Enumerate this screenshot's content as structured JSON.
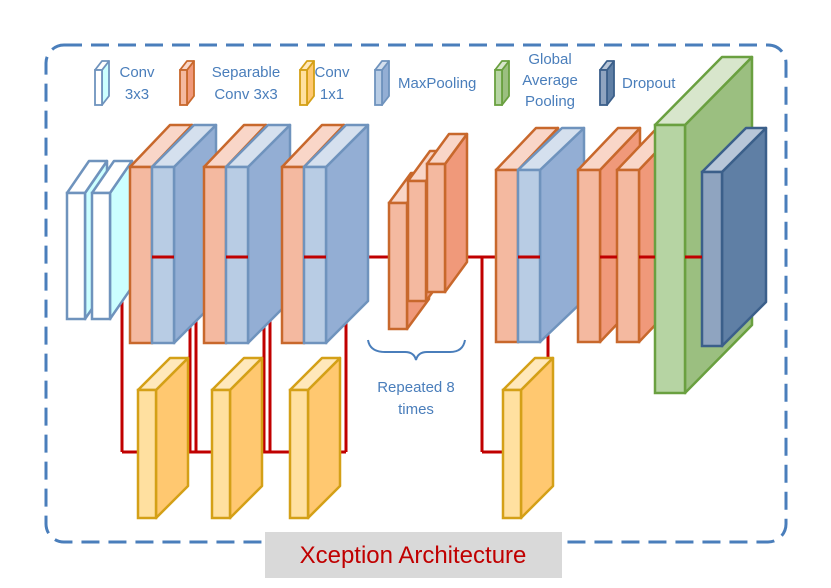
{
  "title": "Xception Architecture",
  "legend": [
    {
      "type": "conv3x3",
      "lines": [
        "Conv",
        "3x3"
      ]
    },
    {
      "type": "sepconv",
      "lines": [
        "Separable",
        "Conv 3x3"
      ]
    },
    {
      "type": "conv1x1",
      "lines": [
        "Conv",
        "1x1"
      ]
    },
    {
      "type": "maxpool",
      "lines": [
        "MaxPooling"
      ]
    },
    {
      "type": "gap",
      "lines": [
        "Global",
        "Average",
        "Pooling"
      ]
    },
    {
      "type": "dropout",
      "lines": [
        "Dropout"
      ]
    }
  ],
  "repeat_label": [
    "Repeated 8",
    "times"
  ],
  "colors": {
    "conv3x3": {
      "stroke": "#6f93bd",
      "front": "#ffffff",
      "side": "#ccffff",
      "top": "#ffffff"
    },
    "sepconv": {
      "stroke": "#c8682c",
      "front": "#f4b9a0",
      "side": "#f0997a",
      "top": "#f9d6c8"
    },
    "conv1x1": {
      "stroke": "#d4a017",
      "front": "#ffe0a0",
      "side": "#ffc870",
      "top": "#ffe8bb"
    },
    "maxpool": {
      "stroke": "#6f93bd",
      "front": "#b8cce4",
      "side": "#93aed4",
      "top": "#d5e0ee"
    },
    "gap": {
      "stroke": "#6aa040",
      "front": "#b6d4a3",
      "side": "#9bbf80",
      "top": "#d8e6cc"
    },
    "dropout": {
      "stroke": "#3b5f8a",
      "front": "#8fa4c0",
      "side": "#5f7fa5",
      "top": "#b8c6d8"
    },
    "skip": "#c00000",
    "border": "#4a7ebb",
    "label": "#4a7ebb",
    "title": "#c00000",
    "title_bg": "#d9d9d9"
  }
}
